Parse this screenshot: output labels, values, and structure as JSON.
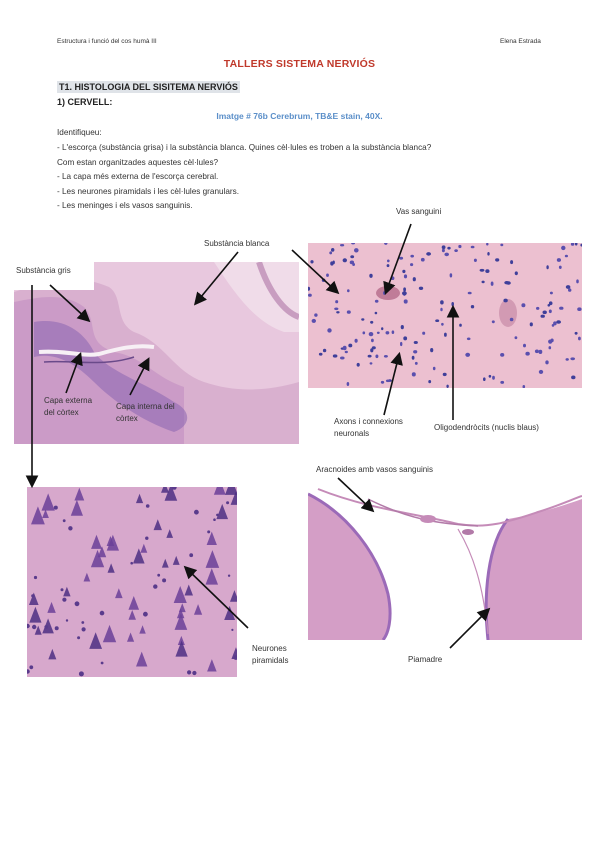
{
  "header": {
    "left": "Estructura i funció del cos humà III",
    "right": "Elena Estrada"
  },
  "title": "TALLERS SISTEMA NERVIÓS",
  "section": "T1. HISTOLOGIA DEL SISITEMA NERVIÓS",
  "subsection": "1) CERVELL:",
  "image_caption": "Imatge # 76b Cerebrum, TB&E stain, 40X.",
  "intro": "Identifiqueu:",
  "lines": [
    "- L'escorça (substància grisa) i la substància blanca. Quines cèl·lules es troben a la substància blanca?",
    "  Com estan organitzades aquestes cèl·lules?",
    "- La capa més externa de l'escorça cerebral.",
    "- Les neurones piramidals i les cèl·lules granulars.",
    "- Les meninges i els vasos sanguinis."
  ],
  "labels": {
    "gray_matter": "Substància gris",
    "white_matter": "Substància blanca",
    "outer_layer": "Capa externa del còrtex",
    "inner_layer": "Capa interna del còrtex",
    "blood_vessel": "Vas sanguini",
    "axons": "Axons i connexions neuronals",
    "oligodendrocytes": "Oligodendròcits (nuclis blaus)",
    "arachnoid": "Aracnoides amb vasos sanguinis",
    "pyramidal": "Neurones piramidals",
    "pia": "Piamadre"
  },
  "colors": {
    "title": "#c0392b",
    "caption": "#5b8fc9",
    "tissue_light": "#e6b8d4",
    "tissue_dark": "#7a4a9c"
  }
}
